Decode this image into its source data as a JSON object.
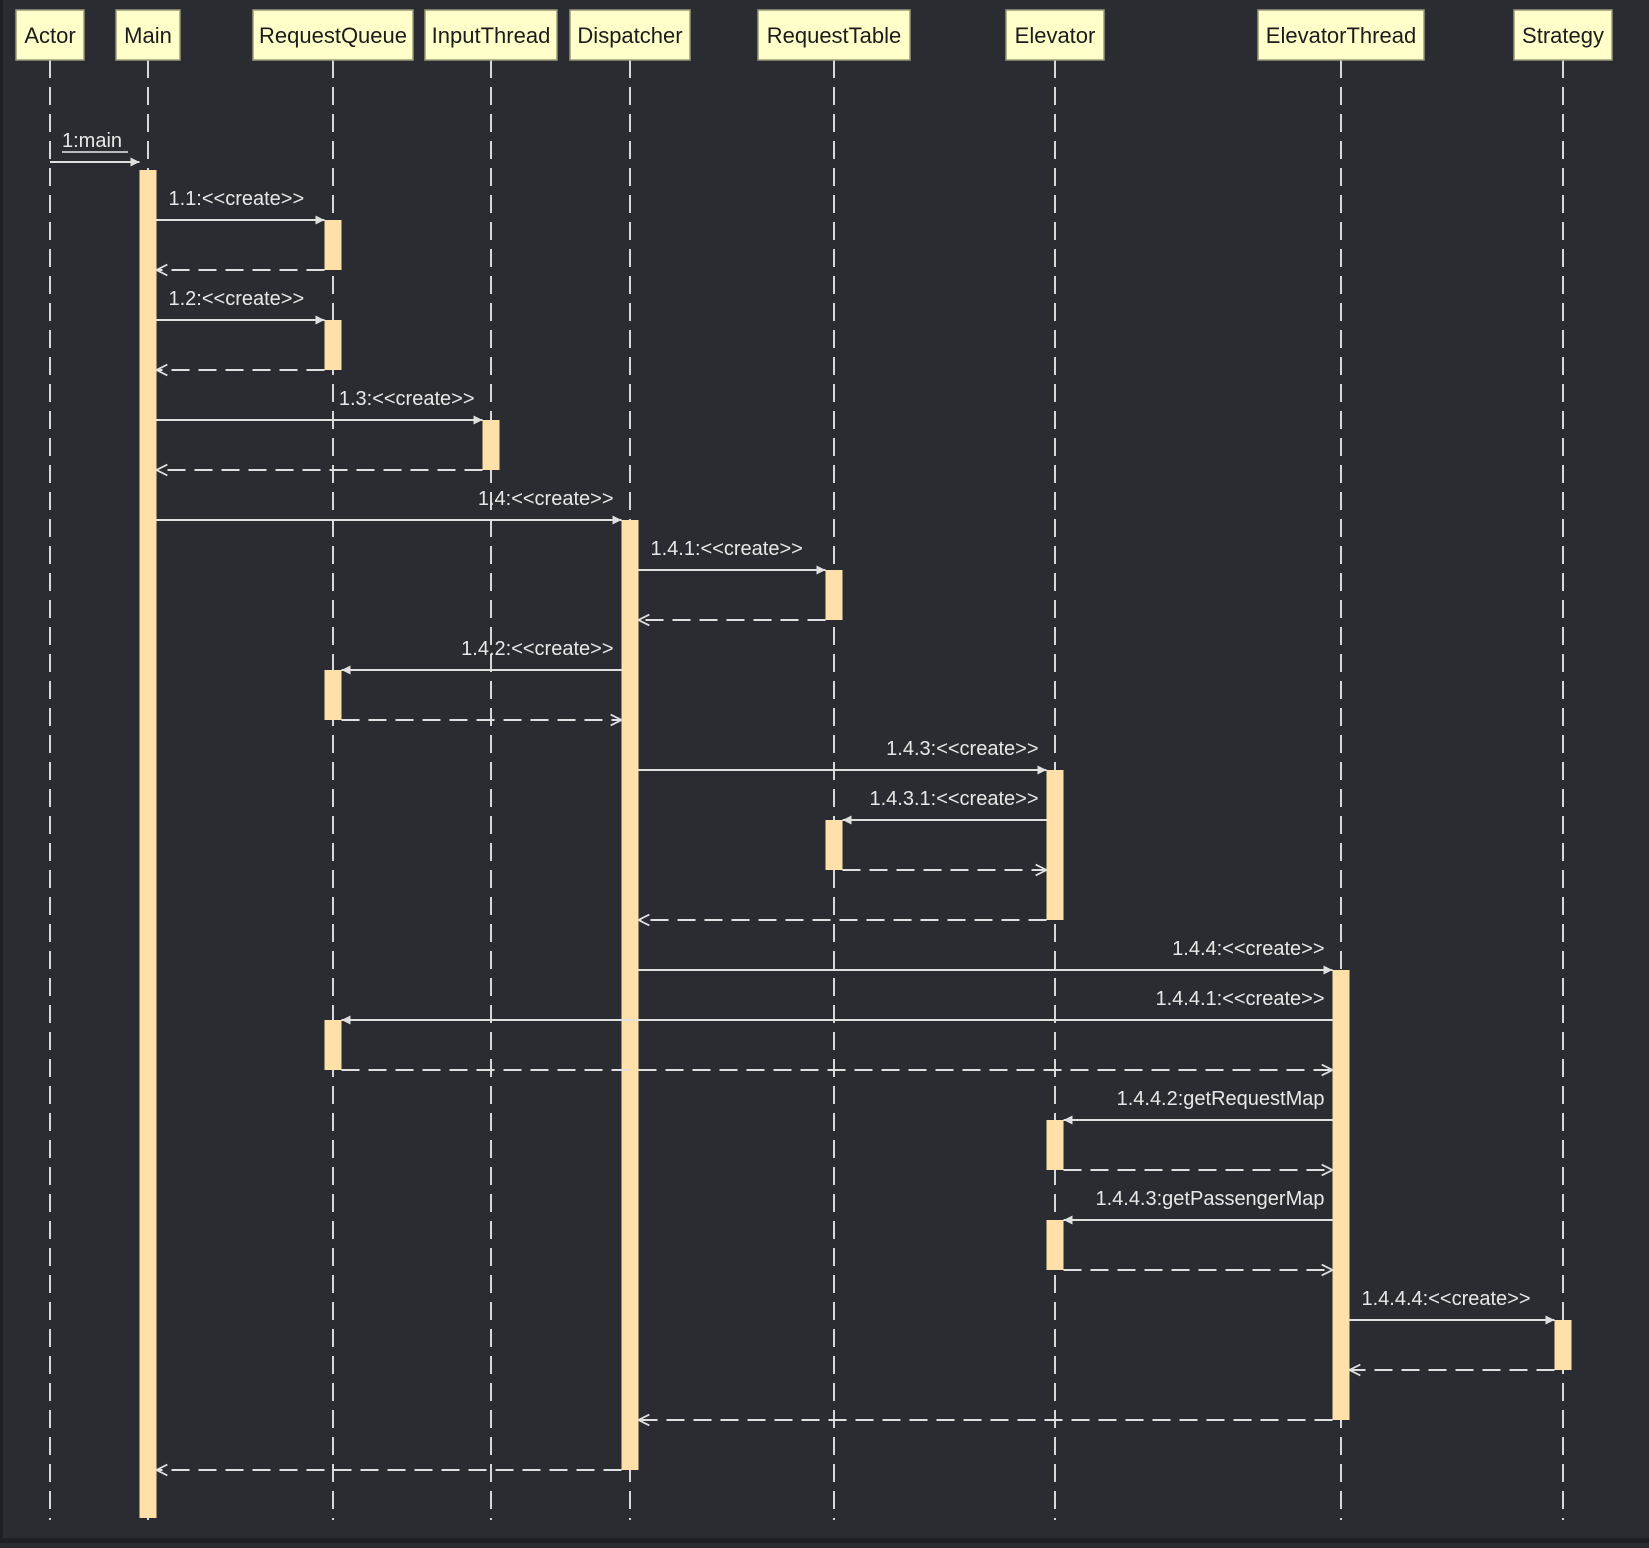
{
  "diagram": {
    "type": "uml-sequence",
    "colors": {
      "background": "#2b2c31",
      "participant_fill": "#ffffc9",
      "participant_stroke": "#9a9a7a",
      "activation_fill": "#ffe0a8",
      "line": "#e0e0e0",
      "text_light": "#e8e8e8",
      "text_dark": "#1c1c1c"
    },
    "participants": [
      {
        "id": "actor",
        "label": "Actor"
      },
      {
        "id": "main",
        "label": "Main"
      },
      {
        "id": "requestqueue",
        "label": "RequestQueue"
      },
      {
        "id": "inputthread",
        "label": "InputThread"
      },
      {
        "id": "dispatcher",
        "label": "Dispatcher"
      },
      {
        "id": "requesttable",
        "label": "RequestTable"
      },
      {
        "id": "elevator",
        "label": "Elevator"
      },
      {
        "id": "elevatorthread",
        "label": "ElevatorThread"
      },
      {
        "id": "strategy",
        "label": "Strategy"
      }
    ],
    "messages": [
      {
        "from": "actor",
        "to": "main",
        "label": "1:main",
        "kind": "call",
        "underline": true
      },
      {
        "from": "main",
        "to": "requestqueue",
        "label": "1.1:<<create>>",
        "kind": "call"
      },
      {
        "from": "requestqueue",
        "to": "main",
        "label": "",
        "kind": "return"
      },
      {
        "from": "main",
        "to": "requestqueue",
        "label": "1.2:<<create>>",
        "kind": "call"
      },
      {
        "from": "requestqueue",
        "to": "main",
        "label": "",
        "kind": "return"
      },
      {
        "from": "main",
        "to": "inputthread",
        "label": "1.3:<<create>>",
        "kind": "call"
      },
      {
        "from": "inputthread",
        "to": "main",
        "label": "",
        "kind": "return"
      },
      {
        "from": "main",
        "to": "dispatcher",
        "label": "1.4:<<create>>",
        "kind": "call"
      },
      {
        "from": "dispatcher",
        "to": "requesttable",
        "label": "1.4.1:<<create>>",
        "kind": "call"
      },
      {
        "from": "requesttable",
        "to": "dispatcher",
        "label": "",
        "kind": "return"
      },
      {
        "from": "dispatcher",
        "to": "requestqueue",
        "label": "1.4.2:<<create>>",
        "kind": "call"
      },
      {
        "from": "requestqueue",
        "to": "dispatcher",
        "label": "",
        "kind": "return"
      },
      {
        "from": "dispatcher",
        "to": "elevator",
        "label": "1.4.3:<<create>>",
        "kind": "call"
      },
      {
        "from": "elevator",
        "to": "requesttable",
        "label": "1.4.3.1:<<create>>",
        "kind": "call"
      },
      {
        "from": "requesttable",
        "to": "elevator",
        "label": "",
        "kind": "return"
      },
      {
        "from": "elevator",
        "to": "dispatcher",
        "label": "",
        "kind": "return"
      },
      {
        "from": "dispatcher",
        "to": "elevatorthread",
        "label": "1.4.4:<<create>>",
        "kind": "call"
      },
      {
        "from": "elevatorthread",
        "to": "requestqueue",
        "label": "1.4.4.1:<<create>>",
        "kind": "call"
      },
      {
        "from": "requestqueue",
        "to": "elevatorthread",
        "label": "",
        "kind": "return"
      },
      {
        "from": "elevatorthread",
        "to": "elevator",
        "label": "1.4.4.2:getRequestMap",
        "kind": "call"
      },
      {
        "from": "elevator",
        "to": "elevatorthread",
        "label": "",
        "kind": "return"
      },
      {
        "from": "elevatorthread",
        "to": "elevator",
        "label": "1.4.4.3:getPassengerMap",
        "kind": "call"
      },
      {
        "from": "elevator",
        "to": "elevatorthread",
        "label": "",
        "kind": "return"
      },
      {
        "from": "elevatorthread",
        "to": "strategy",
        "label": "1.4.4.4:<<create>>",
        "kind": "call"
      },
      {
        "from": "strategy",
        "to": "elevatorthread",
        "label": "",
        "kind": "return"
      },
      {
        "from": "elevatorthread",
        "to": "dispatcher",
        "label": "",
        "kind": "return"
      },
      {
        "from": "dispatcher",
        "to": "main",
        "label": "",
        "kind": "return"
      }
    ]
  }
}
